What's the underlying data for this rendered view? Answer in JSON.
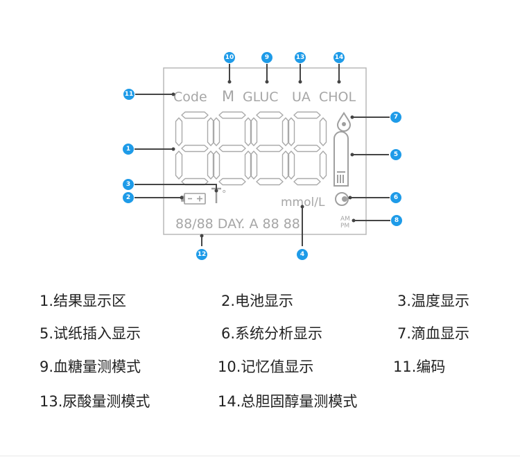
{
  "lcd": {
    "mode_labels": {
      "code": "Code",
      "memory": "M",
      "glucose": "GLUC",
      "uric_acid": "UA",
      "cholesterol": "CHOL"
    },
    "unit": "mmol/L",
    "date_time": "88/88 DAY. A 88 88",
    "am": "AM",
    "pm": "PM",
    "temp_symbol": "°"
  },
  "callouts": [
    "1",
    "2",
    "3",
    "4",
    "5",
    "6",
    "7",
    "8",
    "10",
    "9",
    "11",
    "12",
    "13",
    "14"
  ],
  "legend": [
    "1.结果显示区",
    "2.电池显示",
    "3.温度显示",
    "5.试纸插入显示",
    "6.系统分析显示",
    "7.滴血显示",
    "9.血糖量测模式",
    "10.记忆值显示",
    "11.编码",
    "13.尿酸量测模式",
    "14.总胆固醇量测模式"
  ],
  "colors": {
    "callout": "#1e9be8",
    "leader": "#444444",
    "lcd": "#a6a6a6",
    "text": "#222222"
  }
}
